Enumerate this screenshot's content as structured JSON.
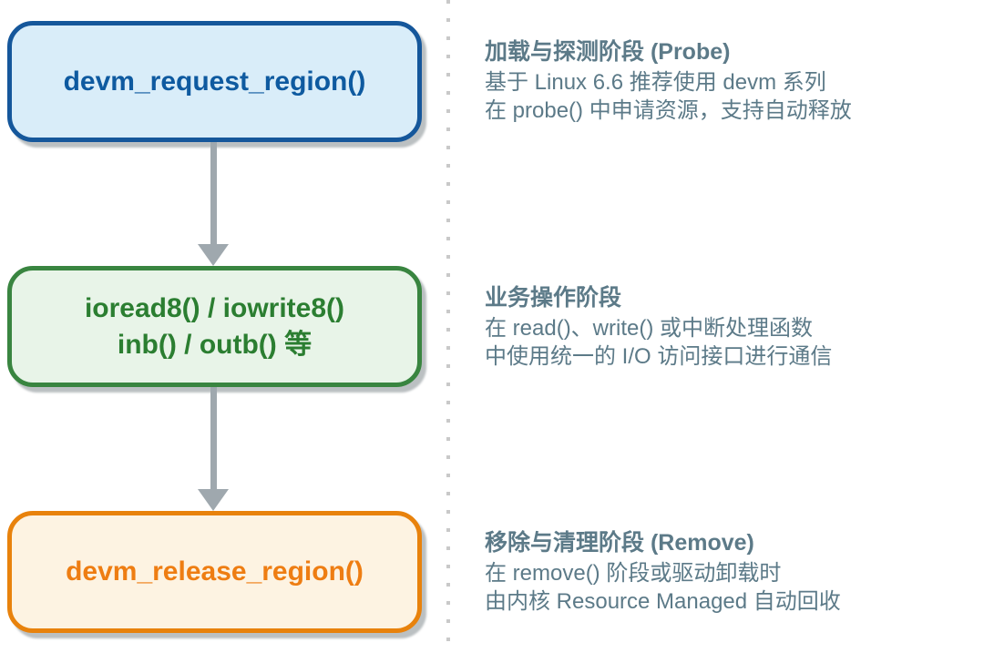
{
  "page_background": "#FFFFFF",
  "arrow_color": "#9FA8AE",
  "divider_color": "#C9C9C9",
  "desc_text_color": "#5C7A88",
  "steps": [
    {
      "name": "probe",
      "box": {
        "lines": [
          "devm_request_region()"
        ]
      },
      "colors": {
        "fill": "#D9EDF9",
        "border": "#15579B",
        "text": "#0E5AA0"
      },
      "desc": {
        "title": "加载与探测阶段 (Probe)",
        "lines": [
          "基于 Linux 6.6 推荐使用 devm 系列",
          "在 probe() 中申请资源，支持自动释放"
        ]
      }
    },
    {
      "name": "operate",
      "box": {
        "lines": [
          "ioread8() / iowrite8()",
          "inb() / outb() 等"
        ]
      },
      "colors": {
        "fill": "#E8F4E8",
        "border": "#398540",
        "text": "#2B7E31"
      },
      "desc": {
        "title": "业务操作阶段",
        "lines": [
          "在 read()、write() 或中断处理函数",
          "中使用统一的 I/O 访问接口进行通信"
        ]
      }
    },
    {
      "name": "remove",
      "box": {
        "lines": [
          "devm_release_region()"
        ]
      },
      "colors": {
        "fill": "#FDF3E2",
        "border": "#E8820C",
        "text": "#EE7D12"
      },
      "desc": {
        "title": "移除与清理阶段 (Remove)",
        "lines": [
          "在 remove() 阶段或驱动卸载时",
          "由内核 Resource Managed 自动回收"
        ]
      }
    }
  ]
}
